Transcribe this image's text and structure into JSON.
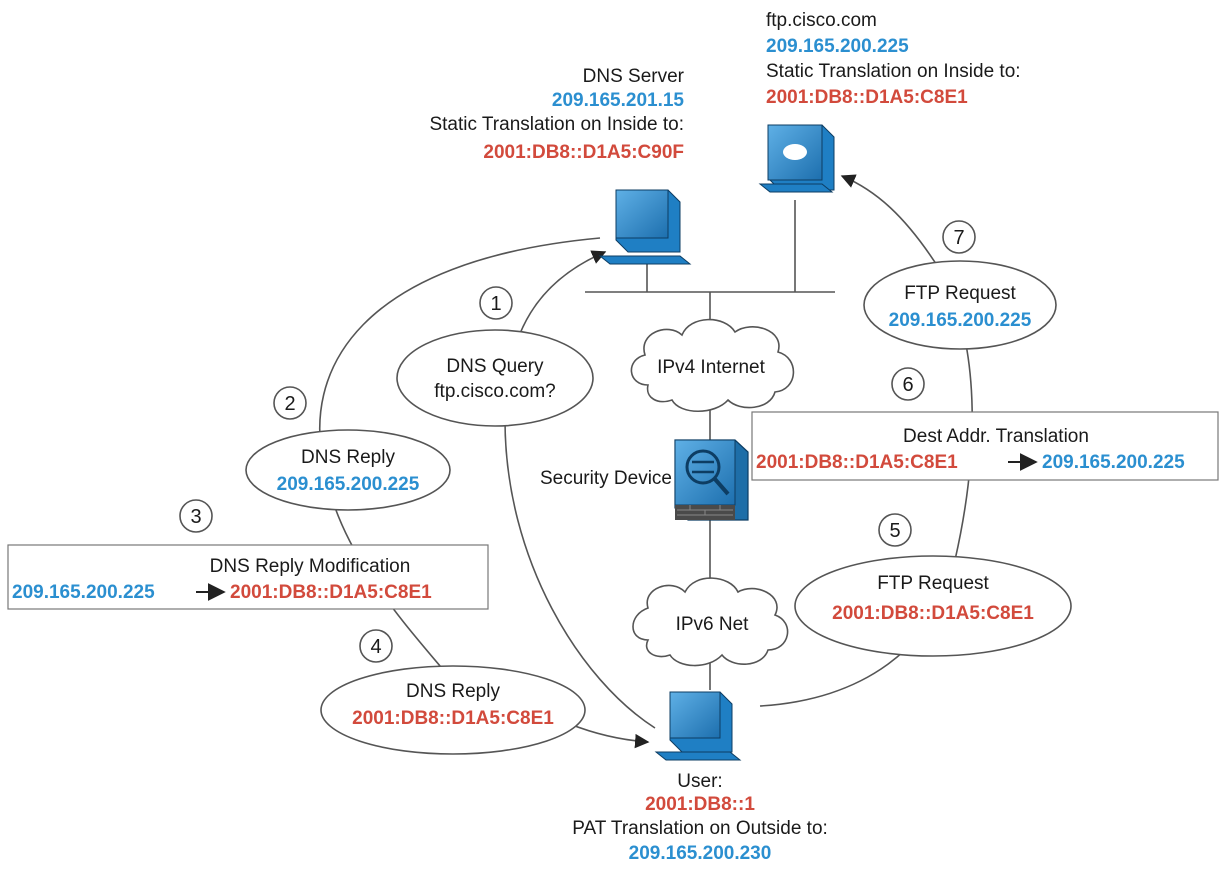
{
  "colors": {
    "ipv4": "#2b8fd0",
    "ipv6": "#d24a3c",
    "host_blue": "#1f7fc4",
    "line": "#555555"
  },
  "dns_server": {
    "title": "DNS Server",
    "ipv4": "209.165.201.15",
    "note": "Static Translation on Inside to:",
    "ipv6": "2001:DB8::D1A5:C90F",
    "icon": "computer-icon"
  },
  "ftp_server": {
    "title": "ftp.cisco.com",
    "ipv4": "209.165.200.225",
    "note": "Static Translation on Inside to:",
    "ipv6": "2001:DB8::D1A5:C8E1",
    "icon": "server-icon"
  },
  "user": {
    "title": "User:",
    "ipv6": "2001:DB8::1",
    "note": "PAT Translation on Outside to:",
    "ipv4": "209.165.200.230",
    "icon": "computer-icon"
  },
  "networks": {
    "ipv4": "IPv4 Internet",
    "ipv6": "IPv6 Net"
  },
  "security_device": {
    "label": "Security Device",
    "icon": "firewall-icon"
  },
  "steps": {
    "s1": {
      "number": "1",
      "line1": "DNS Query",
      "line2": "ftp.cisco.com?"
    },
    "s2": {
      "number": "2",
      "line1": "DNS Reply",
      "line2": "209.165.200.225"
    },
    "s3": {
      "number": "3",
      "title": "DNS Reply Modification",
      "from": "209.165.200.225",
      "to": "2001:DB8::D1A5:C8E1"
    },
    "s4": {
      "number": "4",
      "line1": "DNS Reply",
      "line2": "2001:DB8::D1A5:C8E1"
    },
    "s5": {
      "number": "5",
      "line1": "FTP Request",
      "line2": "2001:DB8::D1A5:C8E1"
    },
    "s6": {
      "number": "6",
      "title": "Dest Addr. Translation",
      "from": "2001:DB8::D1A5:C8E1",
      "to": "209.165.200.225"
    },
    "s7": {
      "number": "7",
      "line1": "FTP Request",
      "line2": "209.165.200.225"
    }
  }
}
